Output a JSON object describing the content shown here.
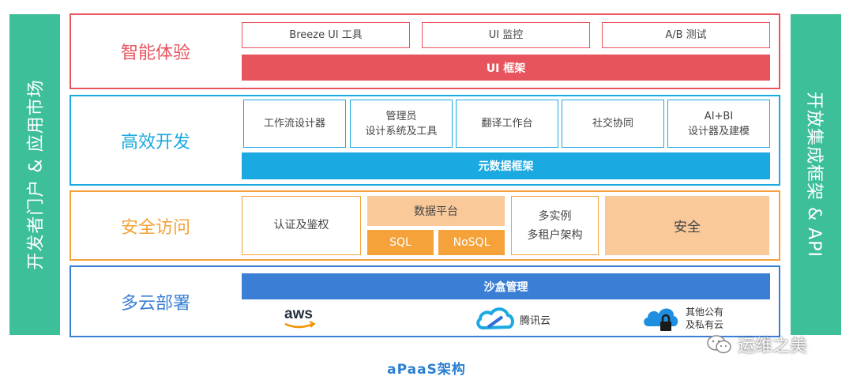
{
  "side_left": "开发者门户 & 应用市场",
  "side_right": "开放集成框架 & API",
  "layers": {
    "smart": {
      "title": "智能体验",
      "items": [
        "Breeze UI 工具",
        "UI 监控",
        "A/B 测试"
      ],
      "bar": "UI 框架"
    },
    "dev": {
      "title": "高效开发",
      "items": [
        "工作流设计器",
        "管理员\n设计系统及工具",
        "翻译工作台",
        "社交协同",
        "AI+BI\n设计器及建模"
      ],
      "bar": "元数据框架"
    },
    "security": {
      "title": "安全访问",
      "auth": "认证及鉴权",
      "data_platform": "数据平台",
      "sql": "SQL",
      "nosql": "NoSQL",
      "multi_instance": "多实例\n多租户架构",
      "security_box": "安全"
    },
    "cloud": {
      "title": "多云部署",
      "bar": "沙盒管理",
      "aws": "aws",
      "tencent": "腾讯云",
      "other_cloud": "其他公有\n及私有云"
    }
  },
  "caption": "aPaaS架构",
  "watermark": "运维之美",
  "colors": {
    "side": "#3dbf9a",
    "smart": "#e8545e",
    "dev": "#1aa9e0",
    "security": "#f5a23a",
    "security_fill": "#f9c99a",
    "cloud": "#3a7fd5"
  }
}
